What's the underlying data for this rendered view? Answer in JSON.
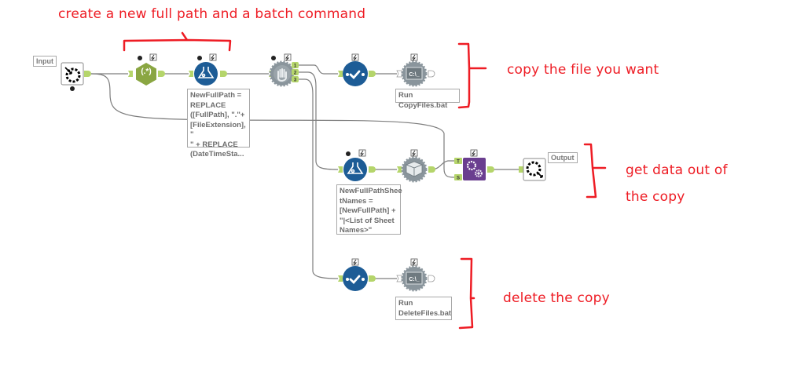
{
  "annotations": {
    "top": "create a new full path and a batch command",
    "copy": "copy the file you want",
    "get_data_line1": "get data out of",
    "get_data_line2": "the copy",
    "delete": "delete the copy"
  },
  "tools": {
    "input": {
      "tag": "Input",
      "icon": "directory-input-icon"
    },
    "regex": {
      "glyph": "(.*)",
      "icon": "regex-icon"
    },
    "formula1": {
      "label_lines": [
        "NewFullPath =",
        "REPLACE",
        "([FullPath], \".\"+",
        "[FileExtension], \"",
        "\" + REPLACE",
        "(DateTimeSta..."
      ],
      "icon": "formula-flask-icon"
    },
    "block_until_done": {
      "anchors": [
        "1",
        "2",
        "3"
      ],
      "icon": "block-until-done-hand-icon"
    },
    "parse_copy": {
      "icon": "checkmark-parse-icon"
    },
    "run_copy": {
      "glyph": "C:\\_",
      "label": "Run CopyFiles.bat",
      "icon": "run-command-icon"
    },
    "formula2": {
      "label_lines": [
        "NewFullPathShee",
        "tNames =",
        "[NewFullPath] +",
        "\"|<List of Sheet",
        "Names>\""
      ],
      "icon": "formula-flask-icon"
    },
    "dynamic_input": {
      "icon": "dynamic-input-book-icon"
    },
    "batch_macro": {
      "anchors": [
        "T",
        "S"
      ],
      "icon": "batch-macro-gears-icon"
    },
    "output": {
      "tag": "Output",
      "icon": "output-icon"
    },
    "parse_delete": {
      "icon": "checkmark-parse-icon"
    },
    "run_delete": {
      "glyph": "C:\\_",
      "label_lines": [
        "Run",
        "DeleteFiles.bat"
      ],
      "icon": "run-command-icon"
    }
  },
  "colors": {
    "annotation_red": "#ee1c24",
    "anchor_green": "#b5d56b",
    "formula_blue": "#1d5c96",
    "regex_green": "#8aa642",
    "macro_purple": "#6a3e8f",
    "grey_tool": "#8a959c",
    "connector": "#7a7a7a"
  }
}
